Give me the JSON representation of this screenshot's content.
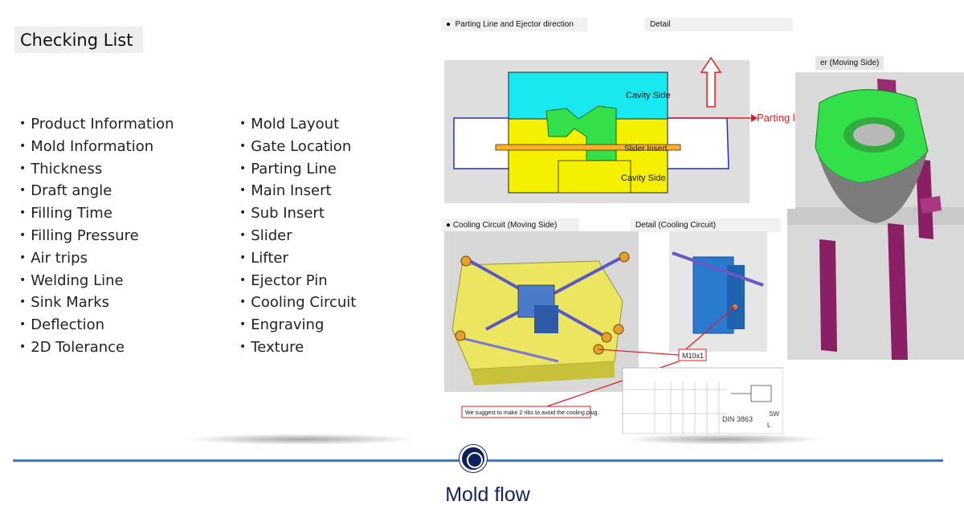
{
  "title": "Checking List",
  "checklist_left": [
    "Product Information",
    "Mold Information",
    "Thickness",
    "Draft angle",
    "Filling Time",
    "Filling Pressure",
    "Air trips",
    "Welding Line",
    "Sink Marks",
    "Deflection",
    "2D Tolerance"
  ],
  "checklist_right": [
    "Mold Layout",
    "Gate Location",
    "Parting Line",
    "Main Insert",
    "Sub Insert",
    "Slider",
    "Lifter",
    "Ejector Pin",
    "Cooling Circuit",
    "Engraving",
    "Texture"
  ],
  "panels": {
    "parting": {
      "header": "Parting Line and Ejector direction",
      "detail_header": "Detail",
      "cavity_top": "Cavity Side",
      "slider_insert": "Slider Insert",
      "cavity_bottom": "Cavity Side",
      "parting_line": "Parting line"
    },
    "moving_side": {
      "header": "er (Moving Side)"
    },
    "cooling": {
      "header": "Cooling Circuit (Moving Side)",
      "detail_header": "Detail (Cooling Circuit)",
      "callout": "M10x1",
      "note": "We suggest to make 2 ribs to avoid the cooling plug.",
      "din_label": "DIN 3863",
      "sw_label": "SW",
      "l_label": "L"
    }
  },
  "timeline": {
    "label": "Mold flow"
  },
  "colors": {
    "accent_blue": "#132366",
    "timeline_line": "#4a78b8",
    "red": "#e31b1b",
    "cavity_cyan": "#18e8f0",
    "insert_yellow": "#f4f000",
    "green": "#33e04a",
    "purple": "#8a1f66"
  }
}
